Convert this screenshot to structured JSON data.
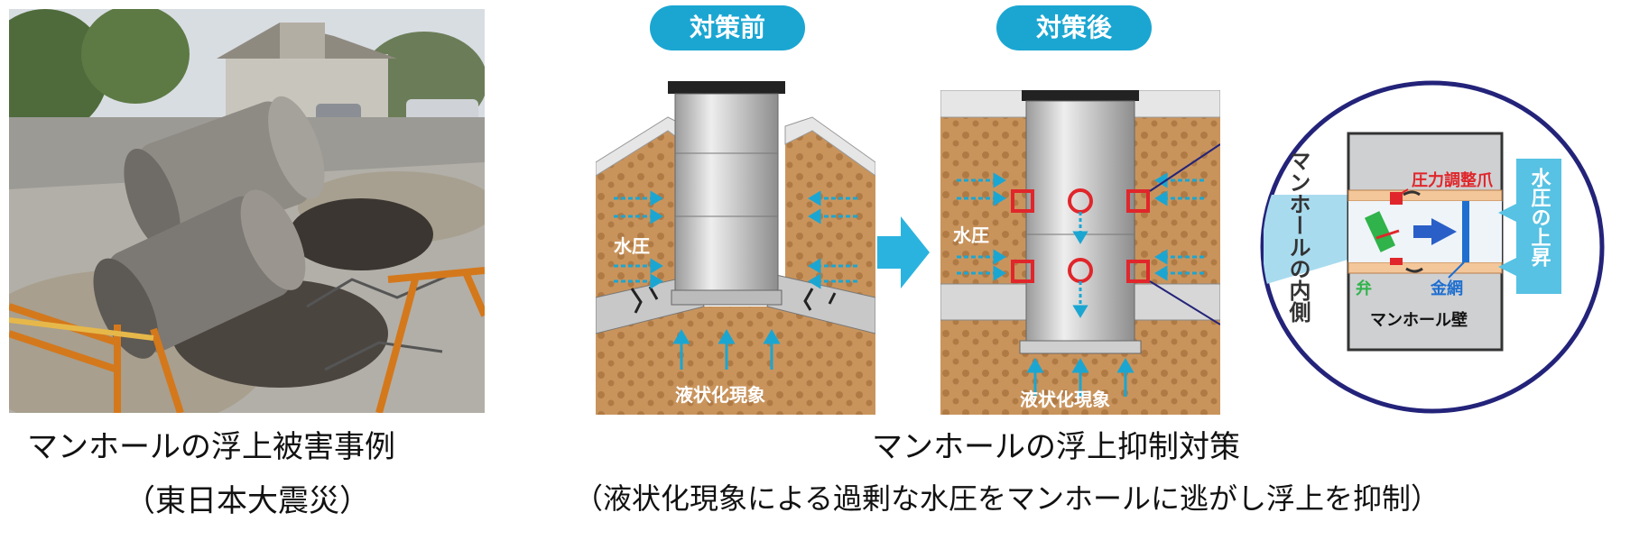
{
  "photo": {
    "caption_line1": "マンホールの浮上被害事例",
    "caption_line2": "（東日本大震災）"
  },
  "diagram": {
    "before_label": "対策前",
    "after_label": "対策後",
    "water_pressure": "水圧",
    "liquefaction": "液状化現象",
    "inside_label": "マンホールの内側",
    "pressure_claw": "圧力調整爪",
    "valve": "弁",
    "wire_mesh": "金網",
    "manhole_wall": "マンホール壁",
    "pressure_rise": "水圧の上昇",
    "caption_line1": "マンホールの浮上抑制対策",
    "caption_line2": "（液状化現象による過剰な水圧をマンホールに逃がし浮上を抑制）"
  },
  "colors": {
    "soil": "#c9945c",
    "soil_dot": "#b07a45",
    "accent_blue": "#1ba6d2",
    "highlight_red": "#e0262b",
    "ring_navy": "#23237a"
  }
}
